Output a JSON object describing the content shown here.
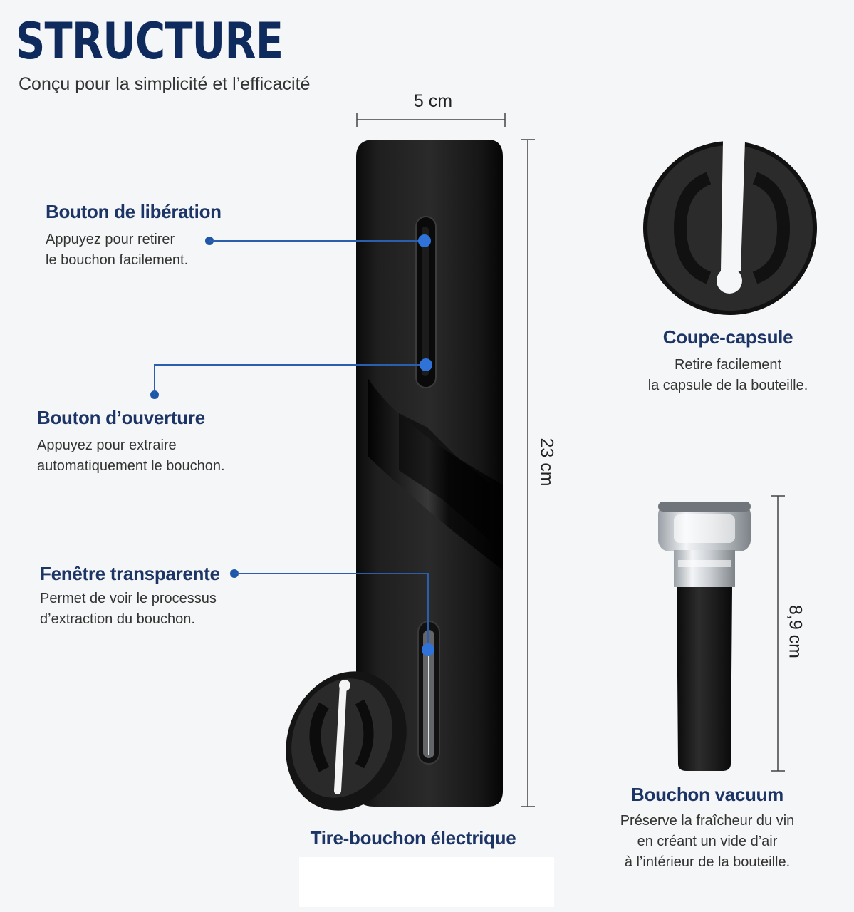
{
  "header": {
    "title": "STRUCTURE",
    "subtitle": "Conçu pour la simplicité et l’efficacité"
  },
  "dimensions": {
    "width": "5 cm",
    "height": "23 cm",
    "stopper_height": "8,9 cm"
  },
  "features": {
    "release_button": {
      "title": "Bouton de libération",
      "desc_line1": "Appuyez pour retirer",
      "desc_line2": "le bouchon facilement."
    },
    "open_button": {
      "title": "Bouton d’ouverture",
      "desc_line1": "Appuyez pour extraire",
      "desc_line2": "automatiquement le bouchon."
    },
    "window": {
      "title": "Fenêtre transparente",
      "desc_line1": "Permet de voir le processus",
      "desc_line2": "d’extraction du bouchon."
    }
  },
  "accessories": {
    "foil_cutter": {
      "title": "Coupe-capsule",
      "desc_line1": "Retire facilement",
      "desc_line2": "la capsule de la bouteille."
    },
    "vacuum_stopper": {
      "title": "Bouchon vacuum",
      "desc_line1": "Préserve la fraîcheur du vin",
      "desc_line2": "en créant un vide d’air",
      "desc_line3": "à l’intérieur de la bouteille."
    }
  },
  "product": {
    "caption": "Tire-bouchon électrique"
  },
  "colors": {
    "title": "#0f2a5c",
    "label_title": "#1d3566",
    "callout_line": "#2b5fae",
    "marker": "#2f73d9"
  }
}
